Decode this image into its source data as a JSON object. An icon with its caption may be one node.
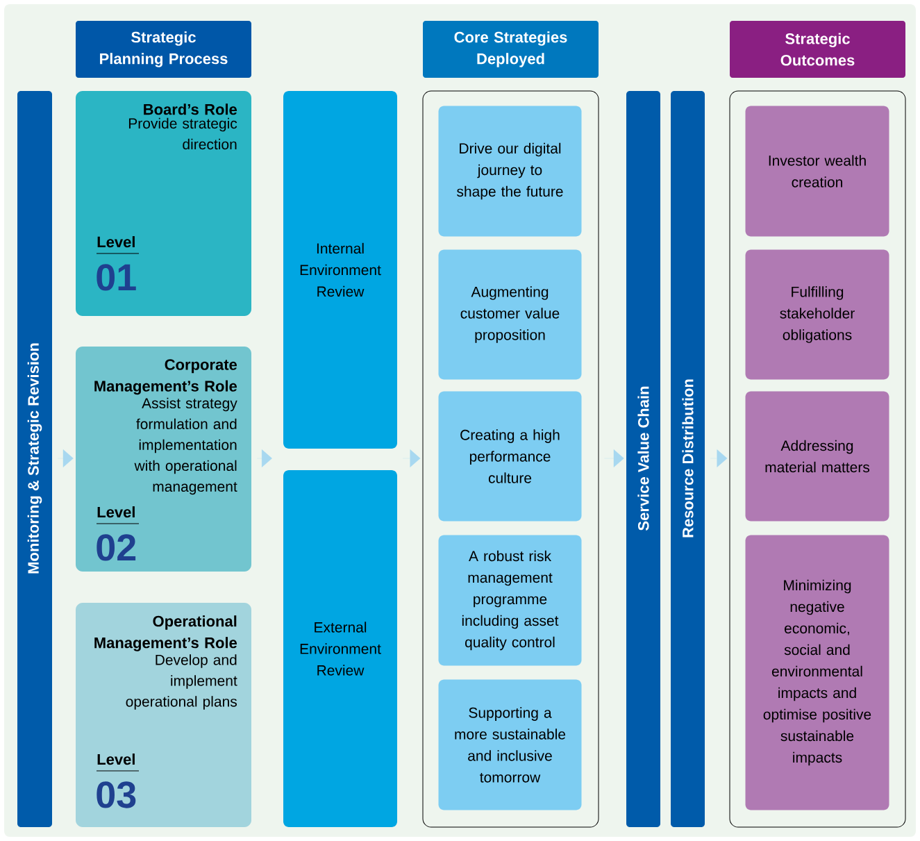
{
  "diagram": {
    "nodes": [
      {
        "text": [
          "Strategic Planning Process"
        ]
      },
      {
        "text": [
          "Core Strategies Deployed"
        ]
      },
      {
        "text": [
          "Strategic Outcomes"
        ]
      },
      {
        "text": [
          "Monitoring & Strategic Revision"
        ]
      },
      {
        "text": [
          "Board’s Role",
          "Provide strategic direction",
          "Level",
          "01"
        ]
      },
      {
        "text": [
          "Corporate Management’s Role",
          "Assist strategy formulation and implementation with operational management",
          "Level",
          "02"
        ]
      },
      {
        "text": [
          "Operational Management’s Role",
          "Develop and implement operational plans",
          "Level",
          "03"
        ]
      },
      {
        "text": [
          "Internal Environment Review"
        ]
      },
      {
        "text": [
          "External Environment Review"
        ]
      },
      {
        "text": [],
        "shape": "box"
      },
      {
        "text": [
          "Drive our digital journey to shape the future"
        ],
        "in": 9
      },
      {
        "text": [
          "Augmenting customer value proposition"
        ],
        "in": 9
      },
      {
        "text": [
          "Creating a high performance culture"
        ],
        "in": 9
      },
      {
        "text": [
          "A robust risk management programme including asset quality control"
        ],
        "in": 9
      },
      {
        "text": [
          "Supporting a more sustainable and inclusive tomorrow"
        ],
        "in": 9
      },
      {
        "text": [
          "Service Value Chain"
        ]
      },
      {
        "text": [
          "Resource Distribution"
        ]
      },
      {
        "text": [],
        "shape": "box"
      },
      {
        "text": [
          "Investor wealth creation"
        ],
        "in": 17
      },
      {
        "text": [
          "Fulfilling stakeholder obligations"
        ],
        "in": 17
      },
      {
        "text": [
          "Addressing material matters"
        ],
        "in": 17
      },
      {
        "text": [
          "Minimizing negative economic, social and environmental impacts and optimise positive sustainable impacts"
        ],
        "in": 17
      }
    ],
    "edges": [
      {
        "from": 3,
        "to": 5,
        "arrow": "to"
      },
      {
        "from": 5,
        "to": null,
        "arrow": "to"
      },
      {
        "from": null,
        "to": 9,
        "arrow": "to"
      },
      {
        "from": 9,
        "to": 15,
        "arrow": "to"
      },
      {
        "from": 16,
        "to": 17,
        "arrow": "to"
      }
    ]
  }
}
